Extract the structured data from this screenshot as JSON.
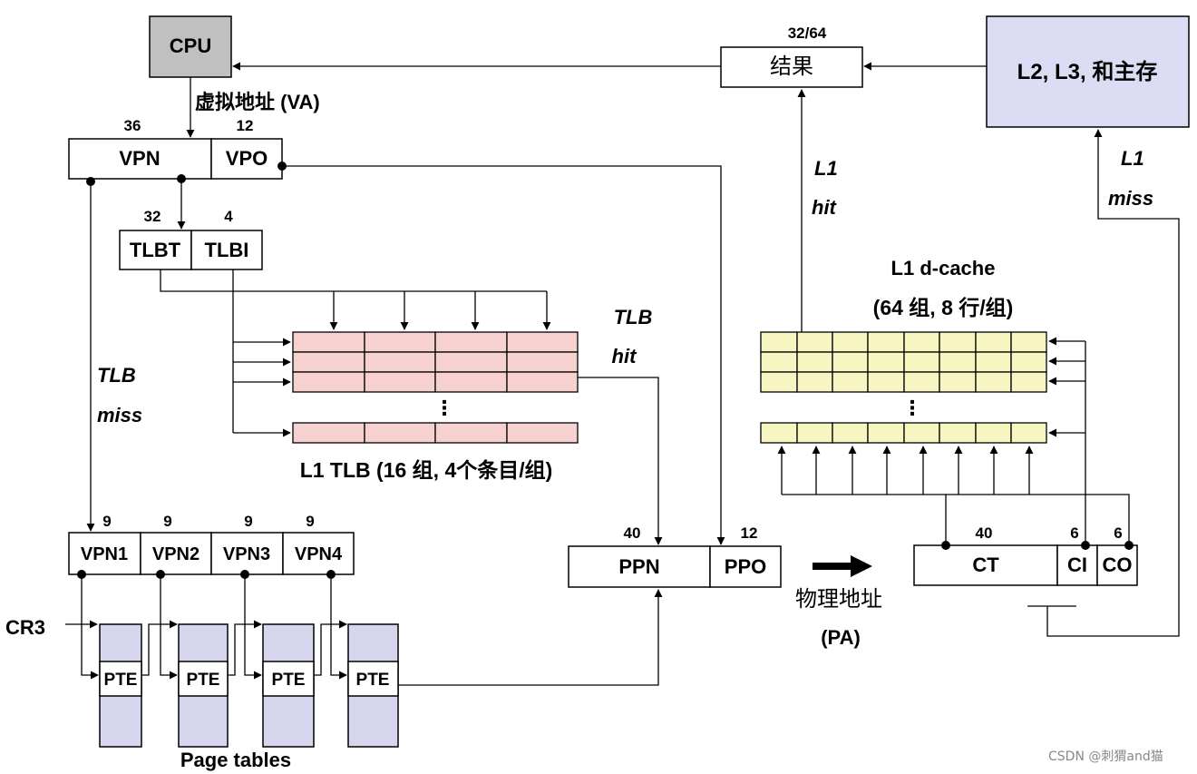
{
  "colors": {
    "cpu_fill": "#c0c0c0",
    "memory_fill": "#dcdcf4",
    "tlb_fill": "#f7d0d0",
    "cache_fill": "#f7f5c2",
    "pte_fill": "#d6d6ee",
    "line": "#000000"
  },
  "cpu": {
    "label": "CPU"
  },
  "memory": {
    "label": "L2, L3, 和主存"
  },
  "result": {
    "label": "结果",
    "width_label": "32/64"
  },
  "va": {
    "label": "虚拟地址 (VA)",
    "vpn": {
      "label": "VPN",
      "bits": "36"
    },
    "vpo": {
      "label": "VPO",
      "bits": "12"
    }
  },
  "tlb_index": {
    "tlbt": {
      "label": "TLBT",
      "bits": "32"
    },
    "tlbi": {
      "label": "TLBI",
      "bits": "4"
    }
  },
  "tlb": {
    "caption": "L1 TLB (16 组, 4个条目/组)",
    "dots": "⋮"
  },
  "labels": {
    "tlb_hit": [
      "TLB",
      "hit"
    ],
    "tlb_miss": [
      "TLB",
      "miss"
    ],
    "l1_hit": [
      "L1",
      "hit"
    ],
    "l1_miss": [
      "L1",
      "miss"
    ],
    "cr3": "CR3",
    "page_tables": "Page tables",
    "watermark": "CSDN @刺猬and猫"
  },
  "vpn_parts": [
    {
      "label": "VPN1",
      "bits": "9"
    },
    {
      "label": "VPN2",
      "bits": "9"
    },
    {
      "label": "VPN3",
      "bits": "9"
    },
    {
      "label": "VPN4",
      "bits": "9"
    }
  ],
  "pte": {
    "label": "PTE"
  },
  "pa": {
    "label_line1": "物理地址",
    "label_line2": "(PA)",
    "ppn": {
      "label": "PPN",
      "bits": "40"
    },
    "ppo": {
      "label": "PPO",
      "bits": "12"
    }
  },
  "cache": {
    "title": "L1 d-cache",
    "subtitle": "(64 组, 8 行/组)",
    "dots": "⋮"
  },
  "cache_addr": {
    "ct": {
      "label": "CT",
      "bits": "40"
    },
    "ci": {
      "label": "CI",
      "bits": "6"
    },
    "co": {
      "label": "CO",
      "bits": "6"
    }
  }
}
